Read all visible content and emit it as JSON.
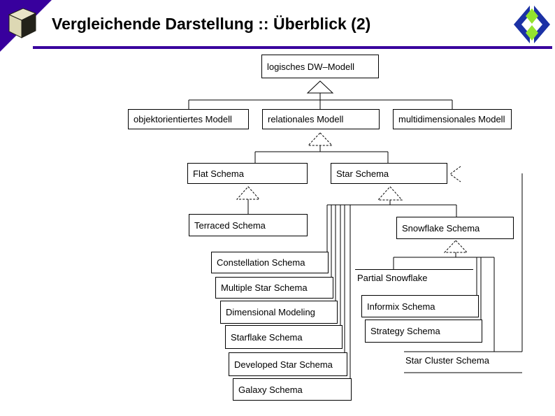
{
  "header": {
    "title": "Vergleichende Darstellung :: Überblick (2)",
    "accent_color": "#38009d",
    "icons": {
      "top_left": "cube-3d-icon",
      "top_right": "diamond-brackets-logo-icon"
    },
    "logo_colors": {
      "blue": "#1b31a5",
      "green": "#94e32e"
    },
    "cube_colors": {
      "light": "#e9e4c8",
      "front": "#ddd8b4",
      "dark": "#23221a"
    }
  },
  "diagram": {
    "boxes": [
      {
        "label": "logisches DW–Modell"
      },
      {
        "label": "objektorientiertes Modell"
      },
      {
        "label": "relationales Modell"
      },
      {
        "label": "multidimensionales Modell"
      },
      {
        "label": "Flat Schema"
      },
      {
        "label": "Star Schema"
      },
      {
        "label": "Terraced Schema"
      },
      {
        "label": "Snowflake Schema"
      },
      {
        "label": "Constellation Schema"
      },
      {
        "label": "Multiple Star Schema"
      },
      {
        "label": "Dimensional Modeling"
      },
      {
        "label": "Starflake Schema"
      },
      {
        "label": "Developed Star Schema"
      },
      {
        "label": "Galaxy Schema"
      },
      {
        "label": "Informix Schema"
      },
      {
        "label": "Strategy Schema"
      }
    ],
    "open_nodes": {
      "partial_snowflake": "Partial Snowflake",
      "star_cluster": "Star Cluster Schema"
    },
    "line_color": "#000000"
  }
}
